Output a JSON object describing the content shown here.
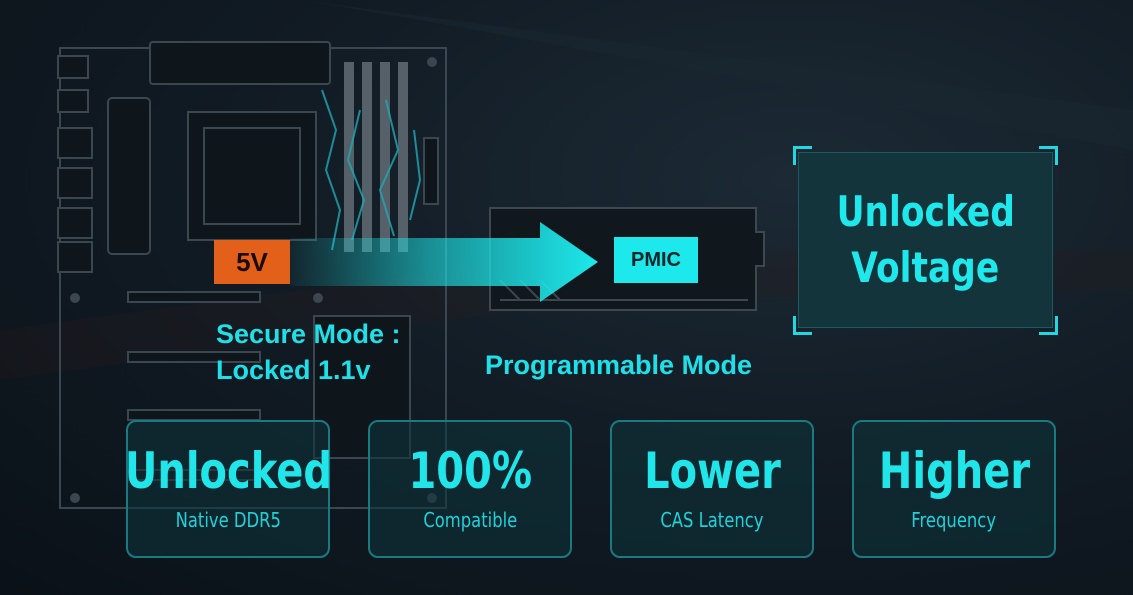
{
  "motherboard": {
    "voltage_badge": "5V",
    "secure_mode_line1": "Secure Mode :",
    "secure_mode_line2": "Locked 1.1v"
  },
  "memory_module": {
    "chip_label": "PMIC",
    "mode_label": "Programmable Mode"
  },
  "unlocked_voltage": {
    "line1": "Unlocked",
    "line2": "Voltage"
  },
  "features": [
    {
      "title": "Unlocked",
      "subtitle": "Native DDR5"
    },
    {
      "title": "100%",
      "subtitle": "Compatible"
    },
    {
      "title": "Lower",
      "subtitle": "CAS Latency"
    },
    {
      "title": "Higher",
      "subtitle": "Frequency"
    }
  ],
  "colors": {
    "accent": "#1fe0e8",
    "badge": "#e2601a",
    "background": "#0c141b"
  }
}
